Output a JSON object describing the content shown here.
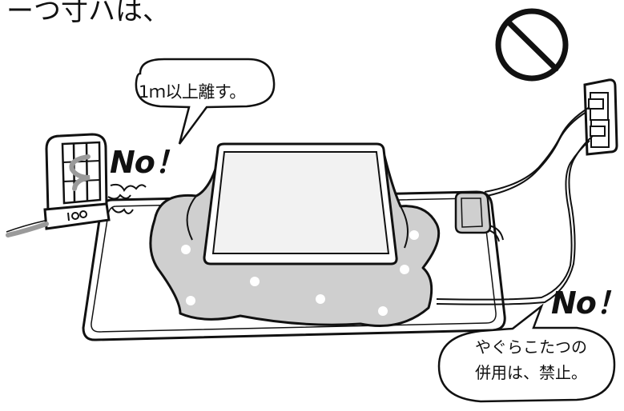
{
  "header": {
    "partial_text": "ーつ寸ハは、"
  },
  "callouts": {
    "heater_distance": "1ｍ以上離す。",
    "no_left": "No！",
    "no_right": "No！",
    "kotatsu_line1": "やぐらこたつの",
    "kotatsu_line2": "併用は、禁止。"
  },
  "icons": {
    "prohibited": "prohibition-icon",
    "heater": "electric-heater-icon",
    "outlet": "wall-outlet-icon",
    "controller": "controller-icon"
  },
  "colors": {
    "line": "#111111",
    "blanket": "#cfcfcf",
    "table_top": "#f2f2f2",
    "mat": "#ffffff"
  }
}
